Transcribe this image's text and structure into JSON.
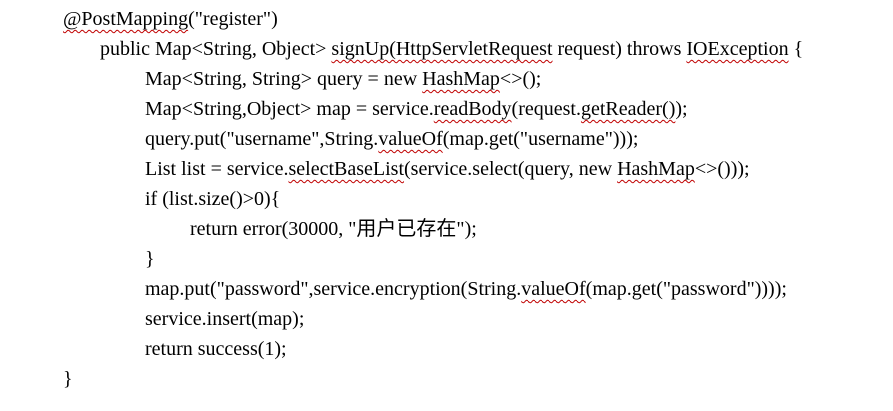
{
  "colors": {
    "background": "#ffffff",
    "text": "#000000",
    "squiggle": "#c00000"
  },
  "document": {
    "type": "word-processor-code-snippet",
    "language": "java",
    "lines": [
      {
        "indent": 0,
        "segments": [
          {
            "text": "@PostMapping",
            "misspelled": true
          },
          {
            "text": "(\"register\")",
            "misspelled": false
          }
        ]
      },
      {
        "indent": 1,
        "segments": [
          {
            "text": "public Map<String, Object> ",
            "misspelled": false
          },
          {
            "text": "signUp(HttpServletRequest",
            "misspelled": true
          },
          {
            "text": " request) throws ",
            "misspelled": false
          },
          {
            "text": "IOException",
            "misspelled": true
          },
          {
            "text": " {",
            "misspelled": false
          }
        ]
      },
      {
        "indent": 2,
        "segments": [
          {
            "text": "Map<String, String> query = new ",
            "misspelled": false
          },
          {
            "text": "HashMap",
            "misspelled": true
          },
          {
            "text": "<>();",
            "misspelled": false
          }
        ]
      },
      {
        "indent": 2,
        "segments": [
          {
            "text": "Map<String,Object> map = service.",
            "misspelled": false
          },
          {
            "text": "readBody",
            "misspelled": true
          },
          {
            "text": "(request.",
            "misspelled": false
          },
          {
            "text": "getReader()",
            "misspelled": true
          },
          {
            "text": ");",
            "misspelled": false
          }
        ]
      },
      {
        "indent": 2,
        "segments": [
          {
            "text": "query.put(\"username\",String.",
            "misspelled": false
          },
          {
            "text": "valueOf",
            "misspelled": true
          },
          {
            "text": "(map.get(\"username\")));",
            "misspelled": false
          }
        ]
      },
      {
        "indent": 2,
        "segments": [
          {
            "text": "List list = service.",
            "misspelled": false
          },
          {
            "text": "selectBaseList",
            "misspelled": true
          },
          {
            "text": "(service.select(query, new ",
            "misspelled": false
          },
          {
            "text": "HashMap",
            "misspelled": true
          },
          {
            "text": "<>()));",
            "misspelled": false
          }
        ]
      },
      {
        "indent": 2,
        "segments": [
          {
            "text": "if (list.size()>0){",
            "misspelled": false
          }
        ]
      },
      {
        "indent": 3,
        "segments": [
          {
            "text": "return error(30000, \"用户已存在\");",
            "misspelled": false
          }
        ]
      },
      {
        "indent": 2,
        "segments": [
          {
            "text": "}",
            "misspelled": false
          }
        ]
      },
      {
        "indent": 2,
        "segments": [
          {
            "text": "map.put(\"password\",service.encryption(String.",
            "misspelled": false
          },
          {
            "text": "valueOf",
            "misspelled": true
          },
          {
            "text": "(map.get(\"password\"))));",
            "misspelled": false
          }
        ]
      },
      {
        "indent": 2,
        "segments": [
          {
            "text": "service.insert(map);",
            "misspelled": false
          }
        ]
      },
      {
        "indent": 2,
        "segments": [
          {
            "text": "return success(1);",
            "misspelled": false
          }
        ]
      },
      {
        "indent": 0,
        "segments": [
          {
            "text": "}",
            "misspelled": false
          }
        ]
      }
    ]
  }
}
